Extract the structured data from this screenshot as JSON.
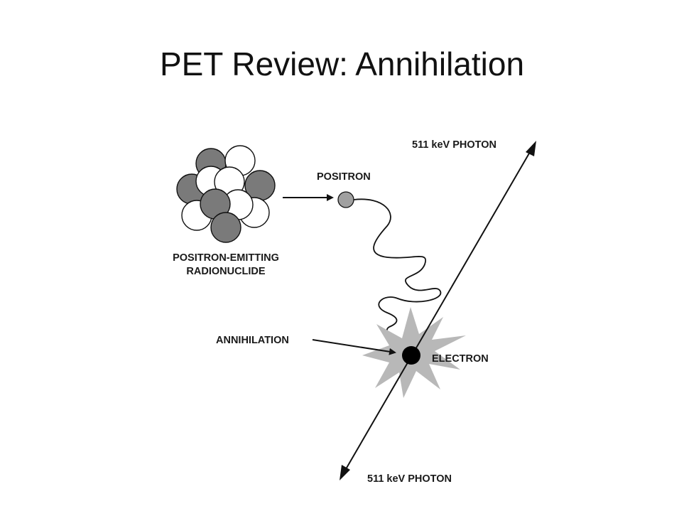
{
  "slide": {
    "title": "PET Review: Annihilation"
  },
  "diagram": {
    "labels": {
      "photon_top": "511 keV PHOTON",
      "photon_bottom": "511 keV PHOTON",
      "positron": "POSITRON",
      "radionuclide_line1": "POSITRON-EMITTING",
      "radionuclide_line2": "RADIONUCLIDE",
      "annihilation": "ANNIHILATION",
      "electron": "ELECTRON"
    },
    "colors": {
      "proton_fill": "#7a7a7a",
      "neutron_fill": "#ffffff",
      "positron_fill": "#a0a0a0",
      "electron_fill": "#000000",
      "burst_fill": "#b8b8b8",
      "line": "#111111"
    }
  }
}
